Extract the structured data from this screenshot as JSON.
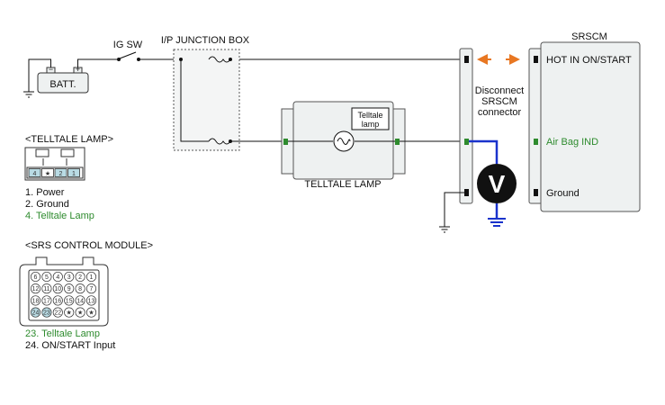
{
  "labels": {
    "ig_sw": "IG SW",
    "junction_box": "I/P JUNCTION BOX",
    "battery": "BATT.",
    "srscm": "SRSCM",
    "telltale_lamp_box": "TELLTALE LAMP",
    "telltale_inner_1": "Telltale",
    "telltale_inner_2": "lamp",
    "disconnect_1": "Disconnect",
    "disconnect_2": "SRSCM",
    "disconnect_3": "connector",
    "hot_in": "HOT IN ON/START",
    "airbag_ind": "Air Bag IND",
    "ground": "Ground",
    "meter_symbol": "V",
    "batt_plus": "+",
    "batt_minus": "−"
  },
  "telltale_connector": {
    "title": "<TELLTALE LAMP>",
    "pins": [
      "4",
      "★",
      "2",
      "1"
    ],
    "legend": [
      {
        "text": "1. Power",
        "highlight": false
      },
      {
        "text": "2. Ground",
        "highlight": false
      },
      {
        "text": "4. Telltale Lamp",
        "highlight": true
      }
    ]
  },
  "srs_connector": {
    "title": "<SRS CONTROL MODULE>",
    "rows": [
      [
        "6",
        "5",
        "4",
        "3",
        "2",
        "1"
      ],
      [
        "12",
        "11",
        "10",
        "9",
        "8",
        "7"
      ],
      [
        "18",
        "17",
        "16",
        "15",
        "14",
        "13"
      ],
      [
        "24",
        "23",
        "22",
        "★",
        "★",
        "★"
      ]
    ],
    "legend": [
      {
        "text": "23. Telltale Lamp",
        "highlight": true
      },
      {
        "text": "24. ON/START Input",
        "highlight": false
      }
    ]
  },
  "colors": {
    "wire": "#111111",
    "probe_wire": "#1a33cc",
    "arrow": "#e87722",
    "highlight_text": "#2e8b2e",
    "pin_highlight": "#b9dbe4",
    "box_fill": "#eef1f1"
  },
  "icons": {
    "fuse": "fuse-icon",
    "bulb": "bulb-icon",
    "switch": "switch-icon",
    "voltmeter": "voltmeter-icon",
    "ground": "ground-icon"
  }
}
